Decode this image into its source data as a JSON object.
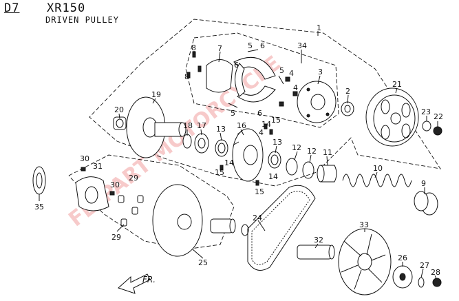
{
  "header": {
    "code": "D7",
    "model": "XR150",
    "subtitle": "DRIVEN PULLEY"
  },
  "watermark": "FLYPART MOTORCYCLE",
  "direction_label": "FR.",
  "colors": {
    "ink": "#111111",
    "watermark": "#f2a0a0",
    "background": "#ffffff"
  },
  "callouts": [
    "1",
    "34",
    "8",
    "7",
    "5",
    "6",
    "6",
    "8",
    "4",
    "5",
    "3",
    "4",
    "6",
    "5",
    "2",
    "21",
    "19",
    "20",
    "18",
    "17",
    "13",
    "16",
    "14",
    "15",
    "4",
    "22",
    "23",
    "13",
    "12",
    "12",
    "11",
    "10",
    "30",
    "31",
    "30",
    "29",
    "14",
    "15",
    "14",
    "15",
    "9",
    "35",
    "29",
    "33",
    "24",
    "32",
    "26",
    "27",
    "28",
    "25",
    "29"
  ]
}
